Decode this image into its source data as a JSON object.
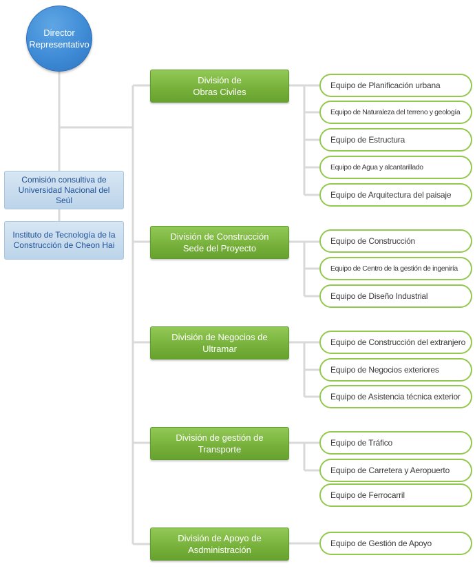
{
  "director": {
    "label": "Director\nRepresentativo"
  },
  "advisory": [
    {
      "label": "Comisión consultiva de Universidad Nacional del Seúl"
    },
    {
      "label": "Instituto de Tecnología de la Construcción de Cheon Hai"
    }
  ],
  "divisions": [
    {
      "label": "División de\nObras Civiles",
      "teams": [
        "Equipo de Planificación urbana",
        "Equipo de Naturaleza del terreno y geología",
        "Equipo de Estructura",
        "Equipo de Agua y alcantarillado",
        "Equipo de Arquitectura del paisaje"
      ]
    },
    {
      "label": "División de Construcción\nSede del Proyecto",
      "teams": [
        "Equipo de Construcción",
        "Equipo de Centro de la gestión de ingeniría",
        "Equipo de Diseño Industrial"
      ]
    },
    {
      "label": "División de Negocios de\nUltramar",
      "teams": [
        "Equipo de Construcción del extranjero",
        "Equipo de Negocios exteriores",
        "Equipo de Asistencia técnica exterior"
      ]
    },
    {
      "label": "División de gestión de\nTransporte",
      "teams": [
        "Equipo de Tráfico",
        "Equipo de Carretera y Aeropuerto",
        "Equipo de Ferrocarril"
      ]
    },
    {
      "label": "División de  Apoyo de\nAsdministración",
      "teams": [
        "Equipo de Gestión de Apoyo"
      ]
    }
  ]
}
